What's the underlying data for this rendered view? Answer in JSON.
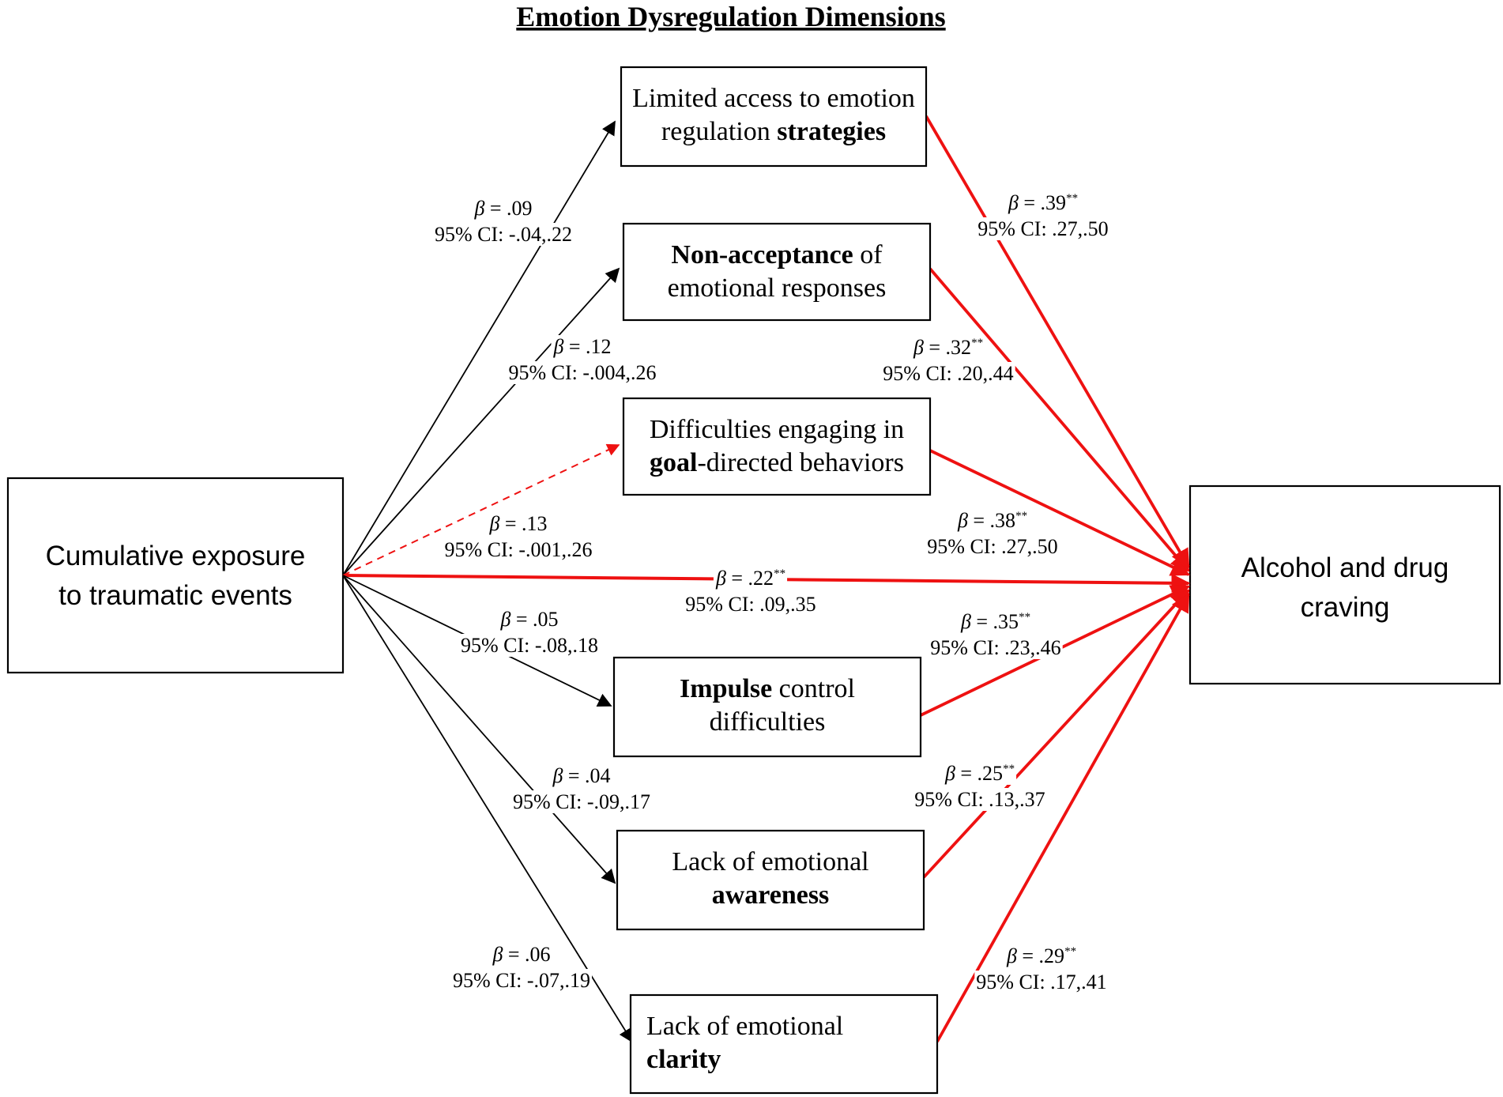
{
  "title": "Emotion Dysregulation Dimensions",
  "colors": {
    "significant": "#ee1111",
    "nonsignificant": "#000000",
    "box_border": "#000000"
  },
  "predictor": {
    "lines": [
      "Cumulative exposure",
      "to traumatic events"
    ]
  },
  "outcome": {
    "lines": [
      "Alcohol and drug",
      "craving"
    ]
  },
  "mediators": [
    {
      "id": "strategies",
      "lines": [
        [
          {
            "t": "Limited access to emotion",
            "b": false
          }
        ],
        [
          {
            "t": "regulation ",
            "b": false
          },
          {
            "t": "strategies",
            "b": true
          }
        ]
      ],
      "a_path": {
        "beta": ".09",
        "stars": "",
        "ci": "95% CI: -.04,.22",
        "significant": false,
        "dashed": false
      },
      "b_path": {
        "beta": ".39",
        "stars": "**",
        "ci": "95% CI: .27,.50",
        "significant": true
      }
    },
    {
      "id": "nonacceptance",
      "lines": [
        [
          {
            "t": "Non-acceptance",
            "b": true
          },
          {
            "t": " of",
            "b": false
          }
        ],
        [
          {
            "t": "emotional responses",
            "b": false
          }
        ]
      ],
      "a_path": {
        "beta": ".12",
        "stars": "",
        "ci": "95% CI: -.004,.26",
        "significant": false,
        "dashed": false
      },
      "b_path": {
        "beta": ".32",
        "stars": "**",
        "ci": "95% CI: .20,.44",
        "significant": true
      }
    },
    {
      "id": "goals",
      "lines": [
        [
          {
            "t": "Difficulties engaging in",
            "b": false
          }
        ],
        [
          {
            "t": "goal",
            "b": true
          },
          {
            "t": "-directed behaviors",
            "b": false
          }
        ]
      ],
      "a_path": {
        "beta": ".13",
        "stars": "",
        "ci": "95% CI: -.001,.26",
        "significant": false,
        "dashed": true
      },
      "b_path": {
        "beta": ".38",
        "stars": "**",
        "ci": "95% CI: .27,.50",
        "significant": true
      }
    },
    {
      "id": "impulse",
      "lines": [
        [
          {
            "t": "Impulse",
            "b": true
          },
          {
            "t": " control",
            "b": false
          }
        ],
        [
          {
            "t": "difficulties",
            "b": false
          }
        ]
      ],
      "a_path": {
        "beta": ".05",
        "stars": "",
        "ci": "95% CI: -.08,.18",
        "significant": false,
        "dashed": false
      },
      "b_path": {
        "beta": ".35",
        "stars": "**",
        "ci": "95% CI: .23,.46",
        "significant": true
      }
    },
    {
      "id": "awareness",
      "lines": [
        [
          {
            "t": "Lack of emotional",
            "b": false
          }
        ],
        [
          {
            "t": "awareness",
            "b": true
          }
        ]
      ],
      "a_path": {
        "beta": ".04",
        "stars": "",
        "ci": "95% CI: -.09,.17",
        "significant": false,
        "dashed": false
      },
      "b_path": {
        "beta": ".25",
        "stars": "**",
        "ci": "95% CI: .13,.37",
        "significant": true
      }
    },
    {
      "id": "clarity",
      "lines": [
        [
          {
            "t": "Lack of emotional",
            "b": false
          }
        ],
        [
          {
            "t": "clarity",
            "b": true
          }
        ]
      ],
      "a_path": {
        "beta": ".06",
        "stars": "",
        "ci": "95% CI: -.07,.19",
        "significant": false,
        "dashed": false
      },
      "b_path": {
        "beta": ".29",
        "stars": "**",
        "ci": "95% CI: .17,.41",
        "significant": true
      }
    }
  ],
  "direct_path": {
    "beta": ".22",
    "stars": "**",
    "ci": "95% CI: .09,.35",
    "significant": true
  },
  "beta_symbol": "β"
}
